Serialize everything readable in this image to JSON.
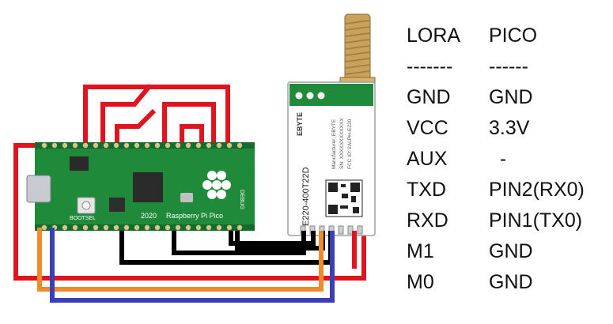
{
  "table": {
    "header": {
      "lora": "LORA",
      "pico": "PICO"
    },
    "separator": {
      "lora": "-------",
      "pico": "------"
    },
    "rows": [
      {
        "lora": "GND",
        "pico": "GND"
      },
      {
        "lora": "VCC",
        "pico": "3.3V"
      },
      {
        "lora": "AUX",
        "pico": "  -"
      },
      {
        "lora": "TXD",
        "pico": "PIN2(RX0)"
      },
      {
        "lora": "RXD",
        "pico": "PIN1(TX0)"
      },
      {
        "lora": "M1",
        "pico": "GND"
      },
      {
        "lora": "M0",
        "pico": "GND"
      }
    ]
  },
  "pico_board": {
    "bootsel": "BOOTSEL",
    "name": "Raspberry Pi Pico",
    "year": "2020",
    "debug": "DEBUG",
    "color": "#1f8a3a"
  },
  "lora_module": {
    "brand": "EBYTE",
    "manufacturer": "Manufacturer: EBYTE",
    "serial": "SN: XXXXXXXXXXXX",
    "fcc": "FCC ID: 2ALPH-E220",
    "model": "E220-400T22D",
    "color": "#ffffff"
  },
  "wire_colors": {
    "red": "#e0141e",
    "black": "#000000",
    "orange": "#f08a2a",
    "blue": "#3a3fb8"
  }
}
